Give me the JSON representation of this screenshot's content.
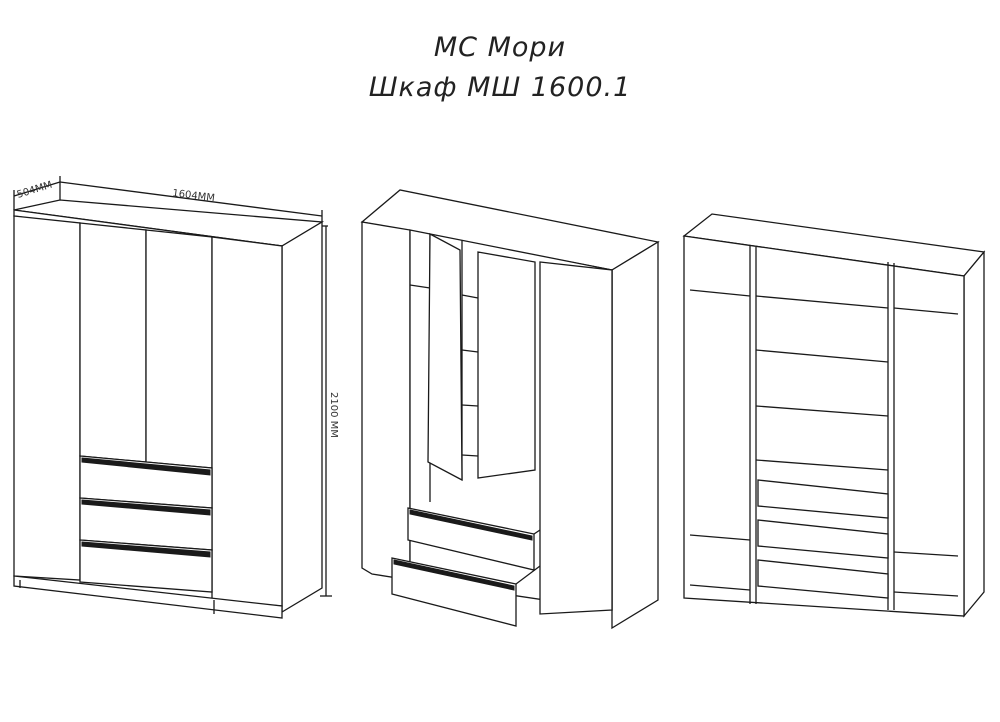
{
  "title": {
    "brand": "МС Мори",
    "model": "Шкаф МШ 1600.1"
  },
  "dimensions": {
    "depth": "504ММ",
    "width": "1604ММ",
    "height": "2100 ММ"
  }
}
